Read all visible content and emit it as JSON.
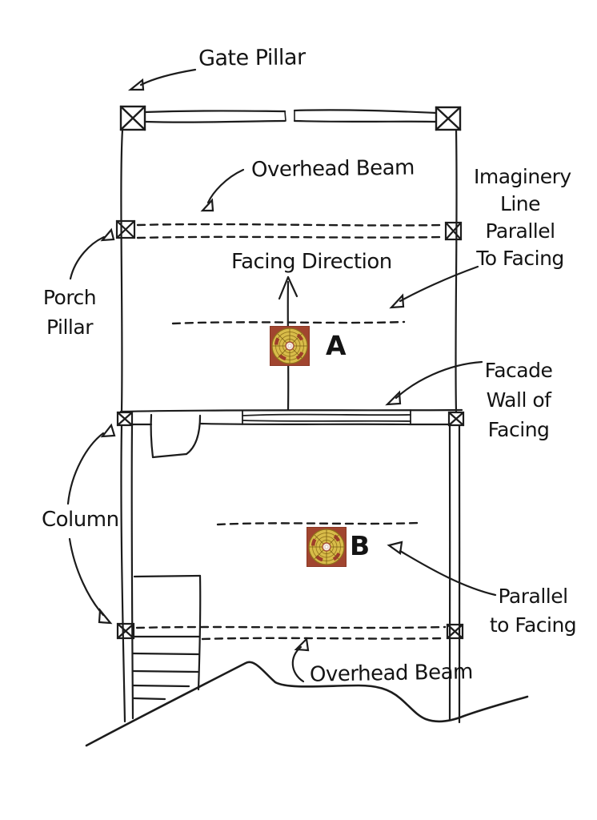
{
  "diagram": {
    "type": "feng-shui floor plan sketch",
    "labels": {
      "gate_pillar": "Gate Pillar",
      "overhead_beam_top": "Overhead Beam",
      "imaginary_line": [
        "Imaginery",
        "Line",
        "Parallel",
        "To Facing"
      ],
      "facing_direction": "Facing Direction",
      "porch_pillar": [
        "Porch",
        "Pillar"
      ],
      "facade_wall": [
        "Facade",
        "Wall of",
        "Facing"
      ],
      "column": "Column",
      "compass_a": "A",
      "compass_b": "B",
      "parallel_to_facing": [
        "Parallel",
        "to Facing"
      ],
      "overhead_beam_bottom": "Overhead Beam"
    },
    "icons": {
      "compass_a": "luopan-compass",
      "compass_b": "luopan-compass"
    },
    "colors": {
      "ink": "#1c1c1c",
      "compass_frame": "#a1452f",
      "compass_dial": "#d8bc4a",
      "compass_segment": "#9e3d2a",
      "compass_center": "#f5e9df"
    }
  }
}
